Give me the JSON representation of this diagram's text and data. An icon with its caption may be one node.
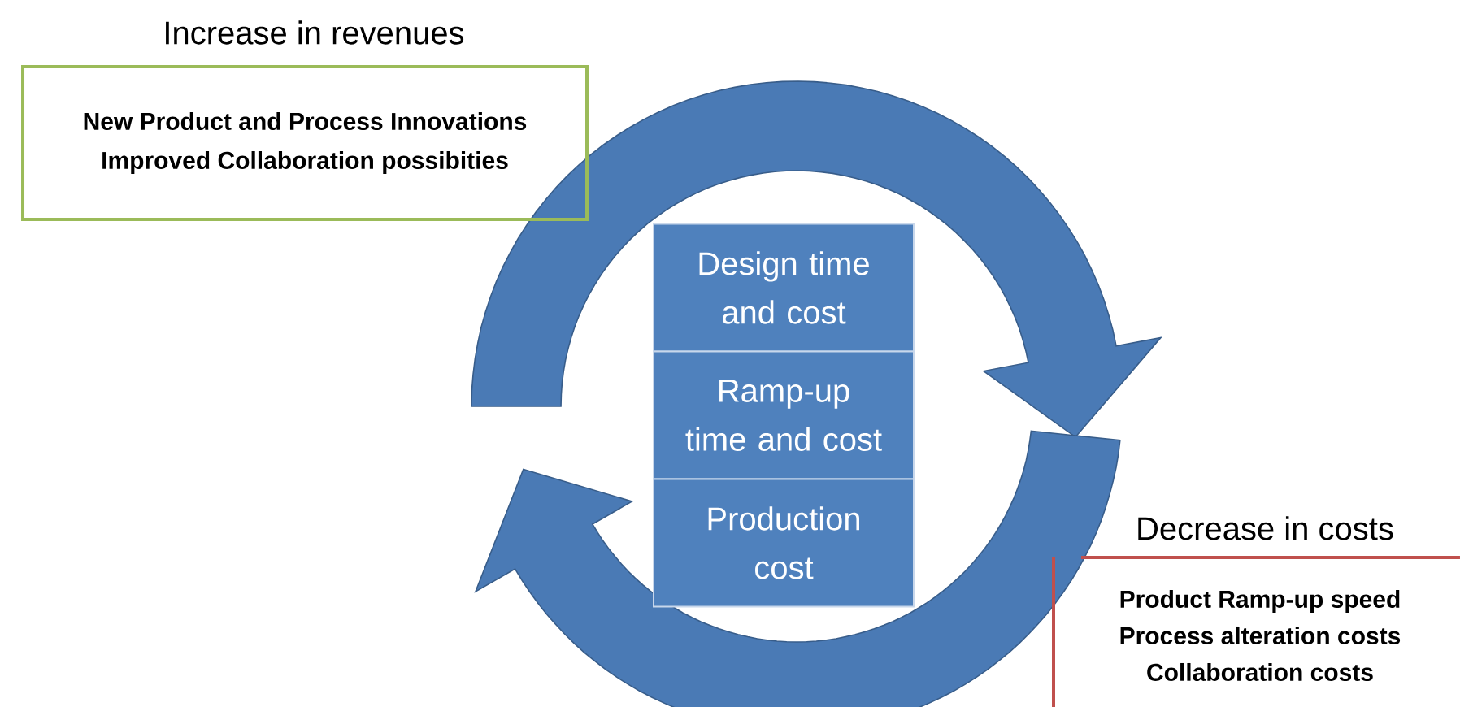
{
  "diagram": {
    "nodes": [
      {
        "text": [
          "Increase in revenues",
          "New Product and Process Innovations",
          "Improved Collaboration possibities"
        ]
      },
      {
        "text": [
          "Decrease in costs",
          "Product Ramp-up speed",
          "Process alteration costs",
          "Collaboration costs"
        ]
      },
      {
        "text": [
          "Design time and cost"
        ]
      },
      {
        "text": [
          "Ramp-up time and cost"
        ]
      },
      {
        "text": [
          "Production cost"
        ]
      }
    ]
  }
}
